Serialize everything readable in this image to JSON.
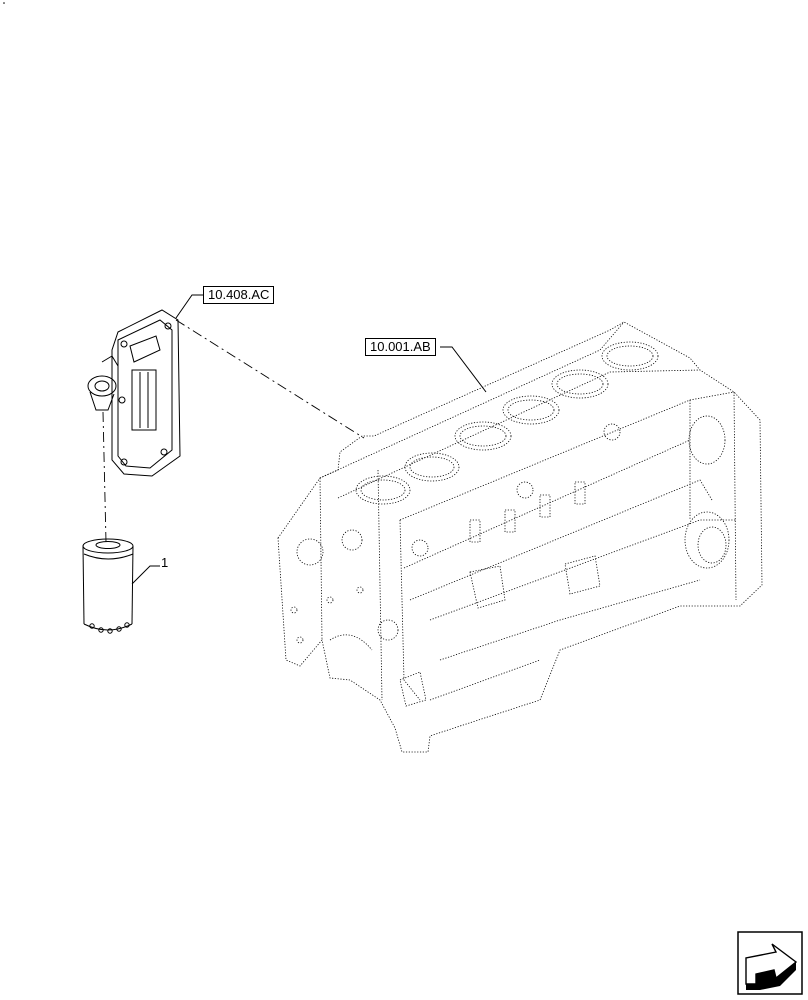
{
  "references": {
    "filter_head_ref": "10.408.AC",
    "engine_block_ref": "10.001.AB"
  },
  "callouts": {
    "oil_filter": "1"
  },
  "icons": {
    "corner_nav": "next-page-arrow-icon"
  }
}
